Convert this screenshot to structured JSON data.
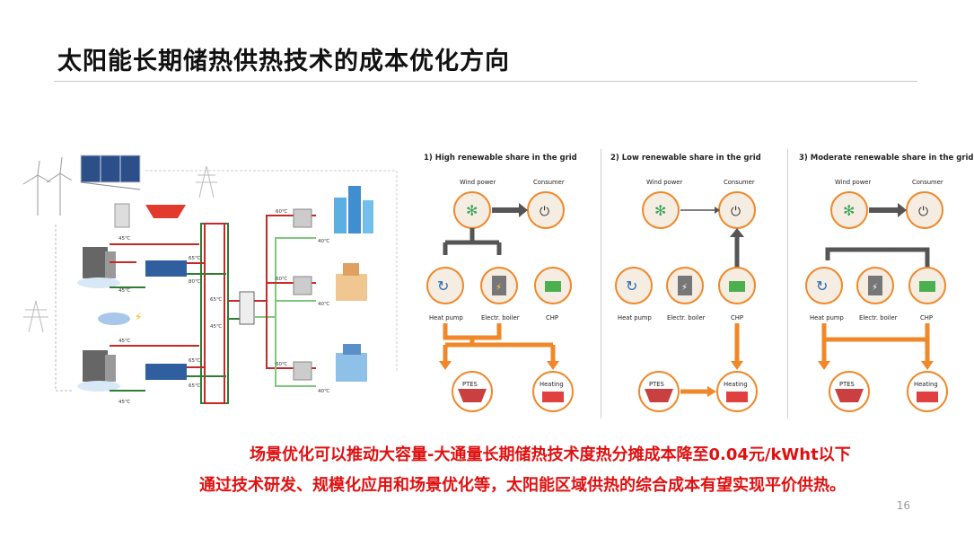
{
  "title": "太阳能长期储热供热技术的成本优化方向",
  "scenarios": [
    {
      "heading": "1) High renewable share in the grid",
      "wind": "Wind power",
      "consumer": "Consumer",
      "heat_pump": "Heat pump",
      "boiler": "Electr. boiler",
      "chp": "CHP",
      "ptes": "PTES",
      "heating": "Heating"
    },
    {
      "heading": "2) Low renewable share in the grid",
      "wind": "Wind power",
      "consumer": "Consumer",
      "heat_pump": "Heat pump",
      "boiler": "Electr. boiler",
      "chp": "CHP",
      "ptes": "PTES",
      "heating": "Heating"
    },
    {
      "heading": "3) Moderate renewable share in the grid",
      "wind": "Wind power",
      "consumer": "Consumer",
      "heat_pump": "Heat pump",
      "boiler": "Electr. boiler",
      "chp": "CHP",
      "ptes": "PTES",
      "heating": "Heating"
    }
  ],
  "temperatures": [
    "45℃",
    "45℃",
    "65℃",
    "80℃",
    "45℃",
    "65℃",
    "65℃",
    "45℃",
    "65℃",
    "45℃",
    "60℃",
    "40℃",
    "60℃",
    "40℃",
    "60℃",
    "40℃"
  ],
  "caption_line1": "场景优化可以推动大容量-大通量长期储热技术度热分摊成本降至0.04元/kWht以下",
  "caption_line2": "通过技术研发、规模化应用和场景优化等，太阳能区域供热的综合成本有望实现平价供热。",
  "page_number": "16",
  "colors": {
    "accent_red": "#e01010",
    "flow_orange": "#f0882a",
    "grey_arrow": "#555555",
    "green_icon": "#4caf50"
  }
}
